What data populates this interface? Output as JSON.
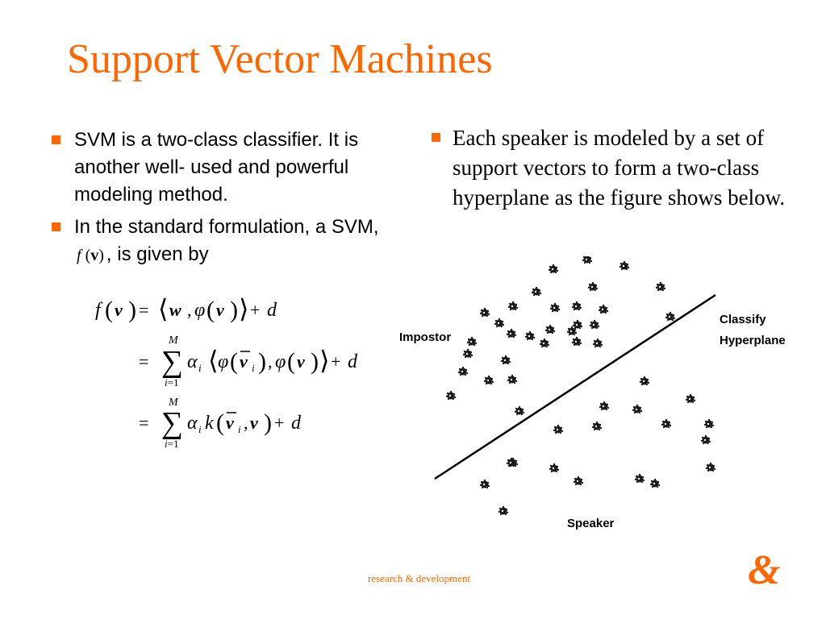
{
  "slide": {
    "title": "Support Vector Machines",
    "left_bullets": [
      {
        "text": "SVM is a two-class classifier. It is another well- used and powerful modeling method."
      },
      {
        "text_before": "In the standard formulation, a SVM,",
        "inline_math": "f (v)",
        "text_after": ", is given by"
      }
    ],
    "right_bullets": [
      {
        "text": "Each speaker is modeled by a set of support vectors to form a two-class hyperplane as the figure shows below."
      }
    ],
    "equations": [
      "f(v) = ⟨w, φ(v)⟩ + d",
      "= Σ_{i=1}^{M} α_i ⟨φ(v̄_i), φ(v)⟩ + d",
      "= Σ_{i=1}^{M} α_i k(v̄_i, v) + d"
    ],
    "footer": "research & development",
    "logo": "&"
  },
  "figure": {
    "labels": {
      "impostor": "Impostor",
      "classify_line1": "Classify",
      "classify_line2": "Hyperplane",
      "speaker": "Speaker"
    }
  }
}
